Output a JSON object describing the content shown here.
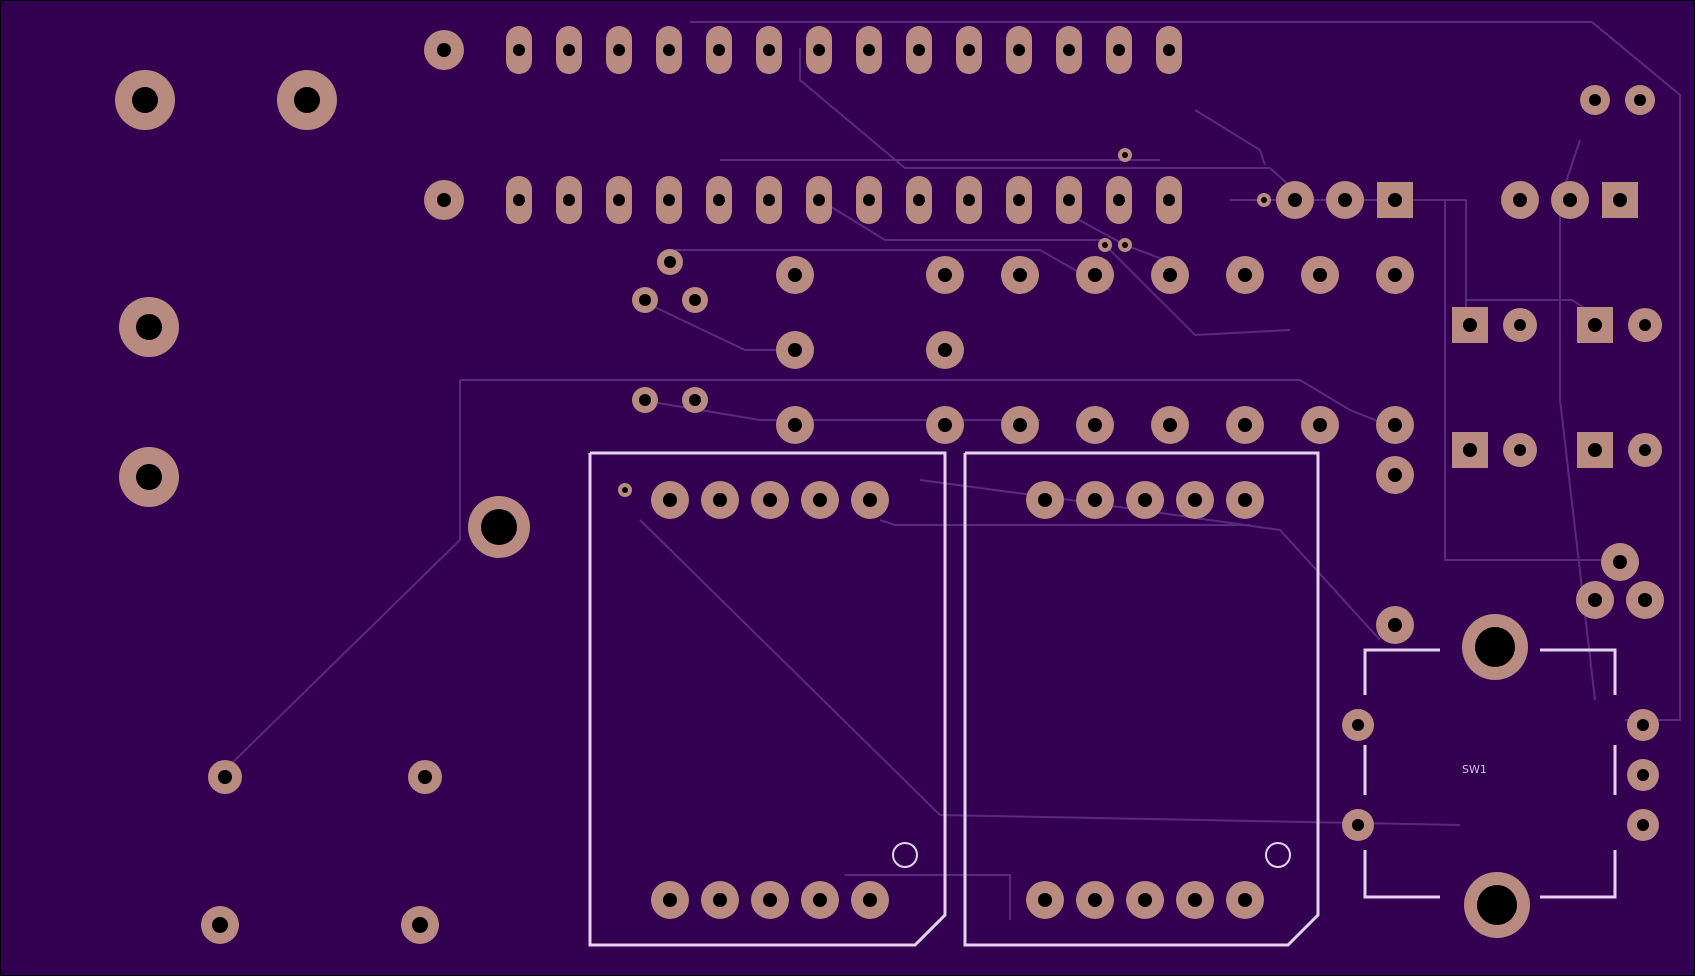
{
  "board": {
    "colors": {
      "substrate": "#330051",
      "trace": "#5a2a80",
      "pad": "#b98a80",
      "drill": "#000000",
      "silkscreen": "#e4d3ee",
      "outline": "#000000"
    },
    "labels": {
      "switch_label": "SW1"
    },
    "components": [
      "header-top-row",
      "header-bottom-row",
      "stepper-driver-left",
      "stepper-driver-right",
      "switch-sw1",
      "mounting-holes"
    ]
  }
}
